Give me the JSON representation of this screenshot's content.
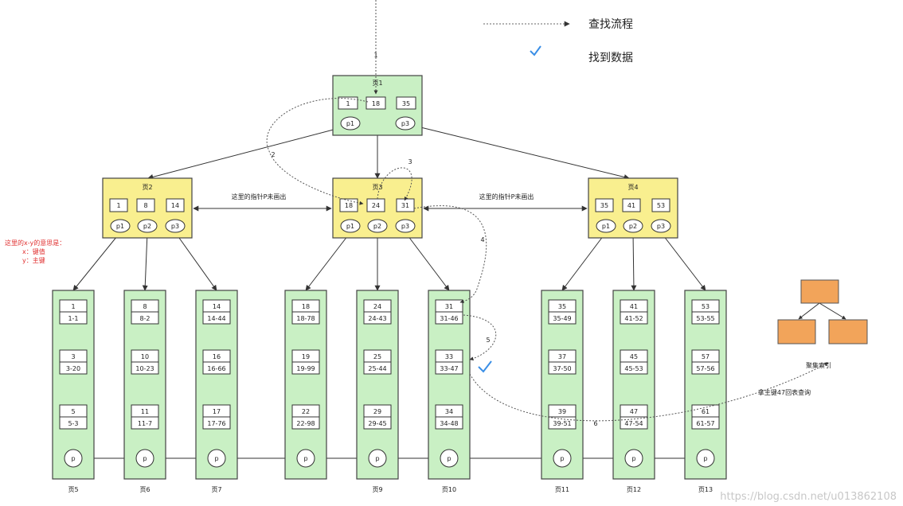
{
  "legend": {
    "search_flow": "查找流程",
    "found_data": "找到数据",
    "check_icon": "check-icon",
    "line_color": "#666666"
  },
  "colors": {
    "leaf_fill": "#c9f0c4",
    "leaf_stroke": "#444444",
    "mid_fill": "#f9ef8f",
    "root_fill": "#c9f0c4",
    "index_fill": "#f2a45a",
    "check": "#3a8ee6",
    "note": "#e03030"
  },
  "root": {
    "title": "页1",
    "keys": [
      "1",
      "18",
      "35"
    ],
    "pointers": [
      "p1",
      "p3"
    ]
  },
  "internal": [
    {
      "title": "页2",
      "keys": [
        "1",
        "8",
        "14"
      ],
      "pointers": [
        "p1",
        "p2",
        "p3"
      ]
    },
    {
      "title": "页3",
      "keys": [
        "18",
        "24",
        "31"
      ],
      "pointers": [
        "p1",
        "p2",
        "p3"
      ]
    },
    {
      "title": "页4",
      "keys": [
        "35",
        "41",
        "53"
      ],
      "pointers": [
        "p1",
        "p2",
        "p3"
      ]
    }
  ],
  "sibling_notes": [
    "这里的指针P未画出",
    "这里的指针P未画出"
  ],
  "note": {
    "title": "这里的x-y的意思是：",
    "x": "x：键值",
    "y": "y：主键"
  },
  "leaves": [
    {
      "title": "页5",
      "records": [
        [
          "1",
          "1-1"
        ],
        [
          "3",
          "3-20"
        ],
        [
          "5",
          "5-3"
        ]
      ]
    },
    {
      "title": "页6",
      "records": [
        [
          "8",
          "8-2"
        ],
        [
          "10",
          "10-23"
        ],
        [
          "11",
          "11-7"
        ]
      ]
    },
    {
      "title": "页7",
      "records": [
        [
          "14",
          "14-44"
        ],
        [
          "16",
          "16-66"
        ],
        [
          "17",
          "17-76"
        ]
      ]
    },
    {
      "title": "",
      "records": [
        [
          "18",
          "18-78"
        ],
        [
          "19",
          "19-99"
        ],
        [
          "22",
          "22-98"
        ]
      ]
    },
    {
      "title": "页9",
      "records": [
        [
          "24",
          "24-43"
        ],
        [
          "25",
          "25-44"
        ],
        [
          "29",
          "29-45"
        ]
      ]
    },
    {
      "title": "页10",
      "records": [
        [
          "31",
          "31-46"
        ],
        [
          "33",
          "33-47"
        ],
        [
          "34",
          "34-48"
        ]
      ]
    },
    {
      "title": "页11",
      "records": [
        [
          "35",
          "35-49"
        ],
        [
          "37",
          "37-50"
        ],
        [
          "39",
          "39-51"
        ]
      ]
    },
    {
      "title": "页12",
      "records": [
        [
          "41",
          "41-52"
        ],
        [
          "45",
          "45-53"
        ],
        [
          "47",
          "47-54"
        ]
      ]
    },
    {
      "title": "页13",
      "records": [
        [
          "53",
          "53-55"
        ],
        [
          "57",
          "57-56"
        ],
        [
          "61",
          "61-57"
        ]
      ]
    }
  ],
  "leaf_pointer": "p",
  "steps": [
    "1",
    "2",
    "3",
    "4",
    "5",
    "6"
  ],
  "clustered_index": "聚集索引",
  "lookup_note": "拿主键47回表查询",
  "watermark": "https://blog.csdn.net/u013862108"
}
